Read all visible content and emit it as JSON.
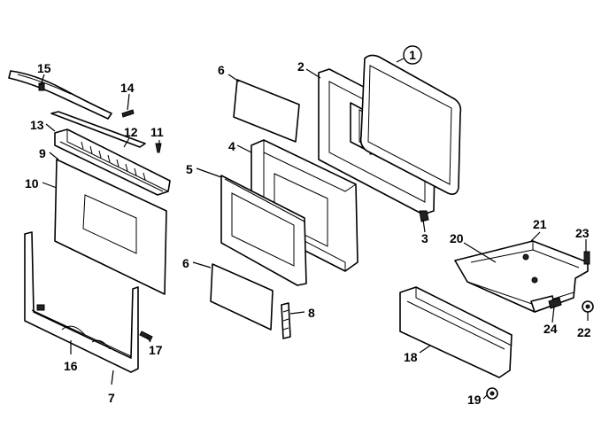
{
  "diagram": {
    "callouts": [
      {
        "id": "c1",
        "text": "1"
      },
      {
        "id": "c2",
        "text": "2"
      },
      {
        "id": "c3",
        "text": "3"
      },
      {
        "id": "c4",
        "text": "4"
      },
      {
        "id": "c5",
        "text": "5"
      },
      {
        "id": "c6a",
        "text": "6"
      },
      {
        "id": "c6b",
        "text": "6"
      },
      {
        "id": "c7",
        "text": "7"
      },
      {
        "id": "c8",
        "text": "8"
      },
      {
        "id": "c9",
        "text": "9"
      },
      {
        "id": "c10",
        "text": "10"
      },
      {
        "id": "c11",
        "text": "11"
      },
      {
        "id": "c12",
        "text": "12"
      },
      {
        "id": "c13",
        "text": "13"
      },
      {
        "id": "c14",
        "text": "14"
      },
      {
        "id": "c15",
        "text": "15"
      },
      {
        "id": "c16",
        "text": "16"
      },
      {
        "id": "c17",
        "text": "17"
      },
      {
        "id": "c18",
        "text": "18"
      },
      {
        "id": "c19",
        "text": "19"
      },
      {
        "id": "c20",
        "text": "20"
      },
      {
        "id": "c21",
        "text": "21"
      },
      {
        "id": "c22",
        "text": "22"
      },
      {
        "id": "c23",
        "text": "23"
      },
      {
        "id": "c24",
        "text": "24"
      }
    ]
  }
}
